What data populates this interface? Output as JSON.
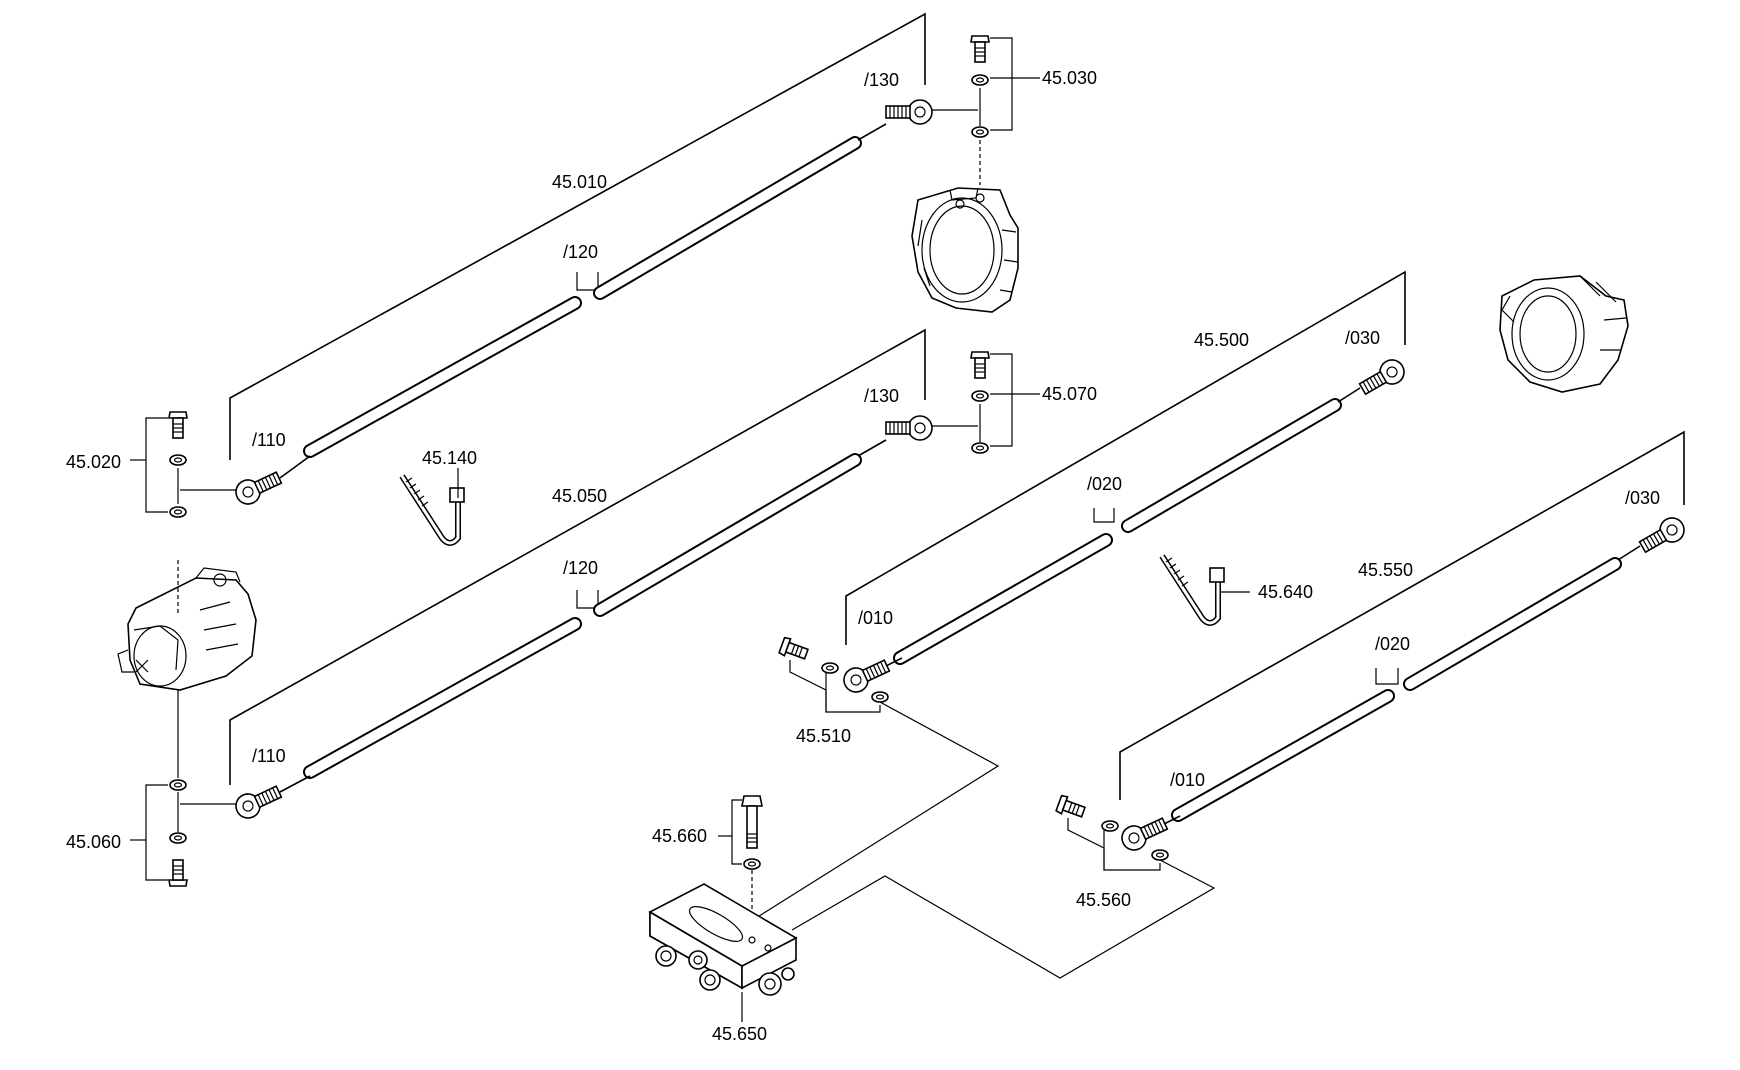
{
  "labels": {
    "a_45_010": "45.010",
    "a_120": "/120",
    "a_130": "/130",
    "a_45_030": "45.030",
    "a_45_020": "45.020",
    "a_110": "/110",
    "a_45_140": "45.140",
    "b_45_050": "45.050",
    "b_120": "/120",
    "b_130": "/130",
    "b_45_070": "45.070",
    "b_110": "/110",
    "b_45_060": "45.060",
    "c_45_500": "45.500",
    "c_030": "/030",
    "c_020": "/020",
    "c_010": "/010",
    "c_45_510": "45.510",
    "c_45_640": "45.640",
    "d_45_550": "45.550",
    "d_030": "/030",
    "d_020": "/020",
    "d_010": "/010",
    "d_45_560": "45.560",
    "e_45_660": "45.660",
    "e_45_650": "45.650"
  }
}
